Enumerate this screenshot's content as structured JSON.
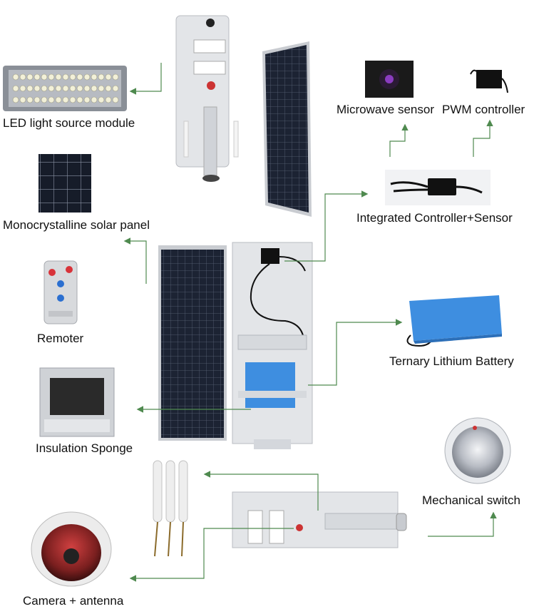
{
  "labels": {
    "led_module": "LED light source module",
    "solar_panel": "Monocrystalline solar panel",
    "remoter": "Remoter",
    "insulation": "Insulation Sponge",
    "microwave": "Microwave sensor",
    "pwm": "PWM controller",
    "controller": "Integrated Controller+Sensor",
    "battery": "Ternary Lithium Battery",
    "switch": "Mechanical switch",
    "camera": "Camera + antenna"
  },
  "colors": {
    "arrow": "#4f8a4f",
    "panel": "#1c2333",
    "housing": "#e3e5e8",
    "battery": "#3e8ee0",
    "remote_red": "#d8333a",
    "remote_blue": "#2b6fd0"
  }
}
